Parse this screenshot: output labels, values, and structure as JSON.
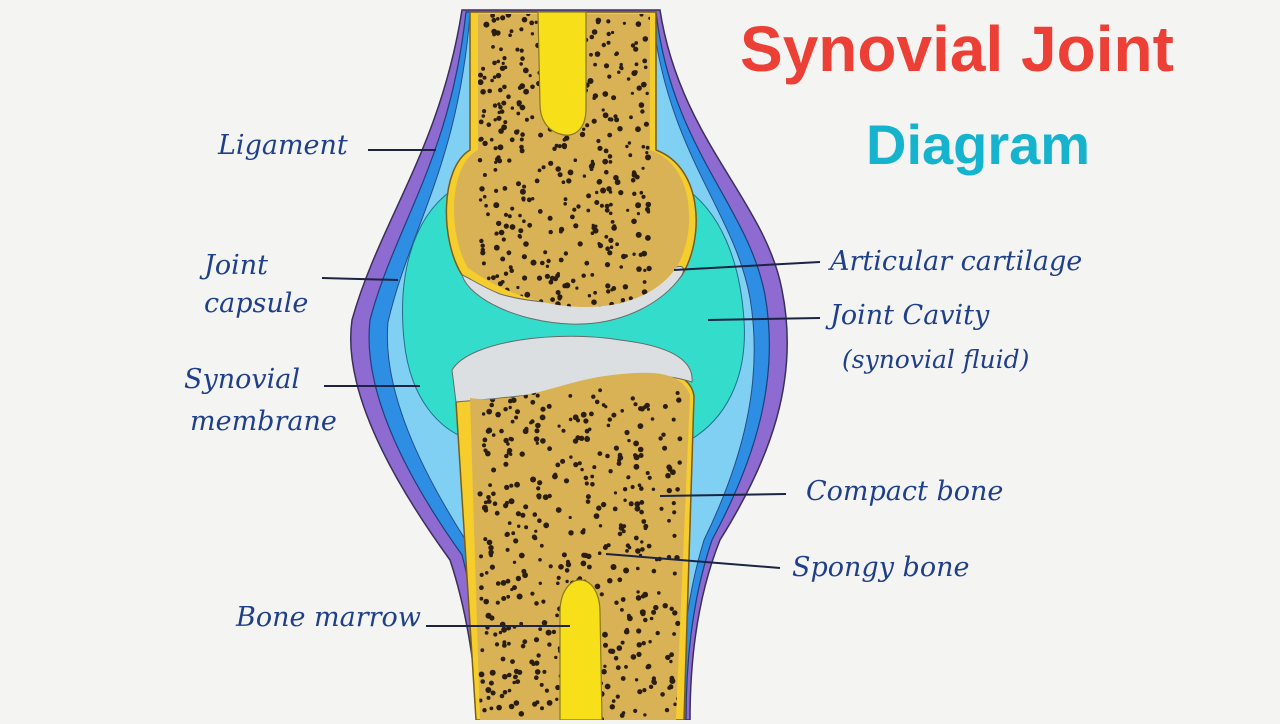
{
  "title": {
    "line1": "Synovial Joint",
    "line2": "Diagram"
  },
  "labels": {
    "ligament": "Ligament",
    "joint_capsule_1": "Joint",
    "joint_capsule_2": "capsule",
    "synovial_membrane_1": "Synovial",
    "synovial_membrane_2": "membrane",
    "bone_marrow": "Bone marrow",
    "articular_cartilage": "Articular cartilage",
    "joint_cavity_1": "Joint Cavity",
    "joint_cavity_2": "(synovial fluid)",
    "compact_bone": "Compact bone",
    "spongy_bone": "Spongy bone"
  },
  "colors": {
    "title_red": "#ec3f35",
    "title_cyan": "#16b3cf",
    "label_ink": "#1f3f8a",
    "ligament_purple": "#8d6bd0",
    "capsule_blue": "#2e8ee3",
    "cavity_teal": "#34dccc",
    "bone_yellow": "#f5cd2c",
    "spongy_tan": "#d9b256",
    "cartilage_grey": "#dcdfe1"
  }
}
